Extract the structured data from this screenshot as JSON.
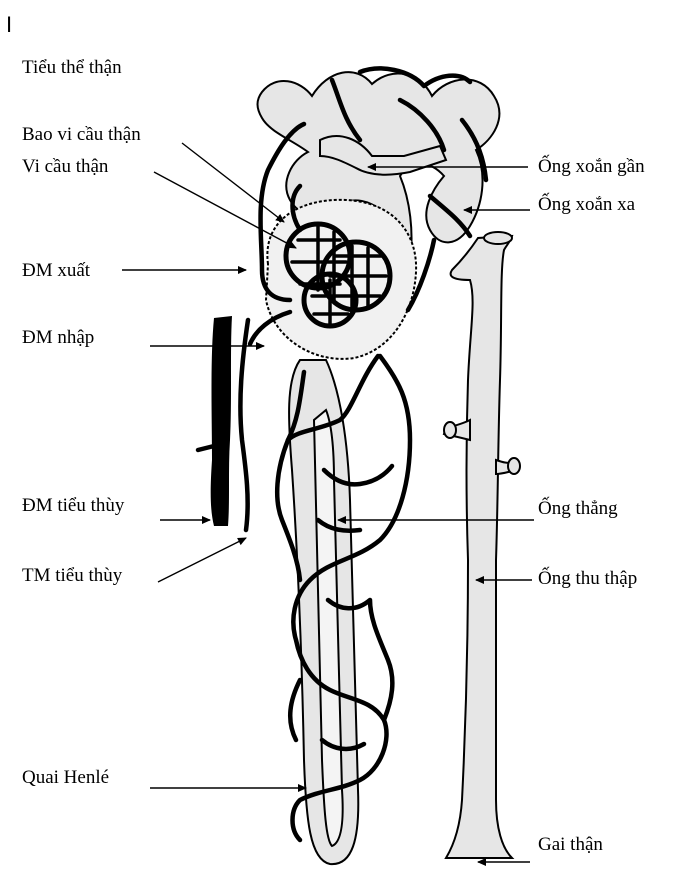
{
  "corner_mark": "I",
  "labels": {
    "tieu_the_than": "Tiểu thể thận",
    "bao_vi_cau_than": "Bao vi cầu thận",
    "vi_cau_than": "Vi cầu thận",
    "dm_xuat": "ĐM xuất",
    "dm_nhap": "ĐM nhập",
    "dm_tieu_thuy": "ĐM tiểu thùy",
    "tm_tieu_thuy": "TM tiểu thùy",
    "quai_henle": "Quai Henlé",
    "ong_xoan_gan": "Ống xoắn gần",
    "ong_xoan_xa": "Ống xoắn xa",
    "ong_thang": "Ống thẳng",
    "ong_thu_thap": "Ống thu thập",
    "gai_than": "Gai thận"
  }
}
